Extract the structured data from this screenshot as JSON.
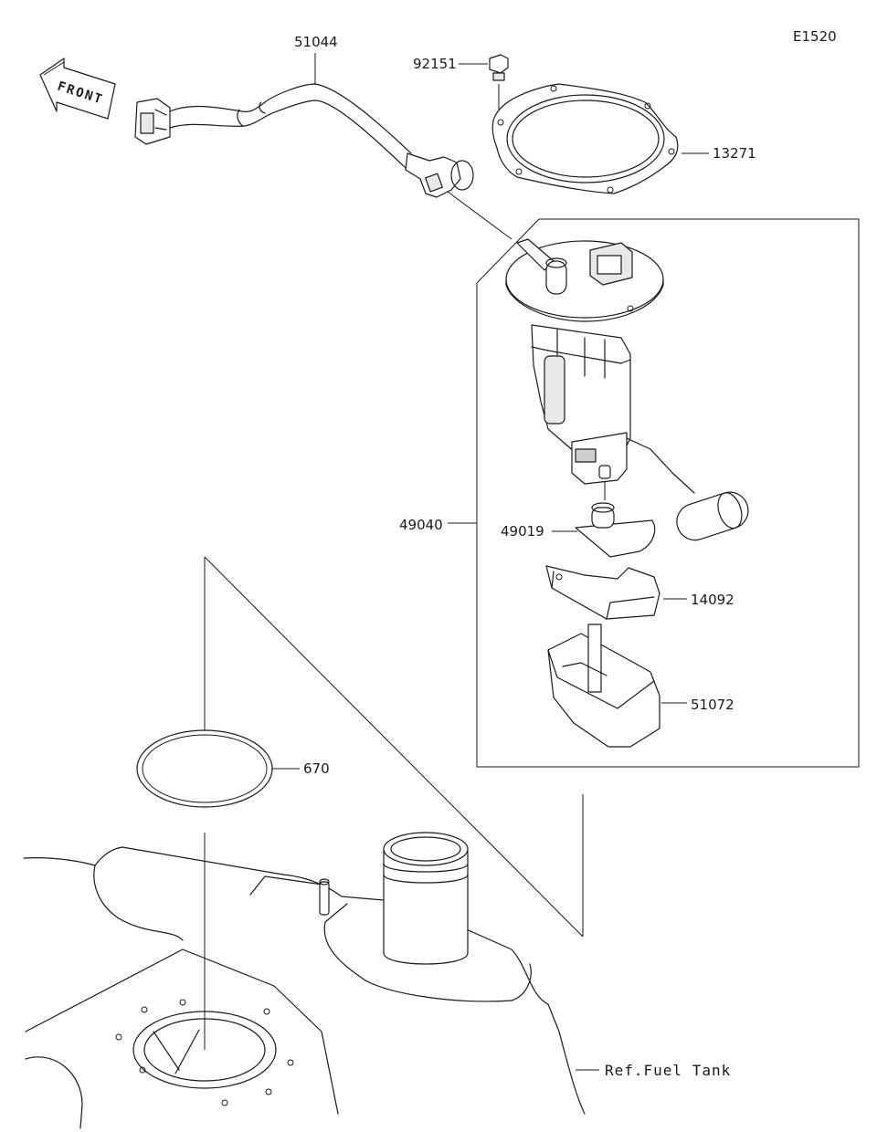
{
  "diagram": {
    "code": "E1520",
    "front_label": "FRONT",
    "parts": {
      "hose": "51044",
      "bolt": "92151",
      "plate": "13271",
      "pump_assy": "49040",
      "filter": "49019",
      "bracket": "14092",
      "cup": "51072",
      "oring": "670"
    },
    "reference": "Ref.Fuel Tank"
  }
}
